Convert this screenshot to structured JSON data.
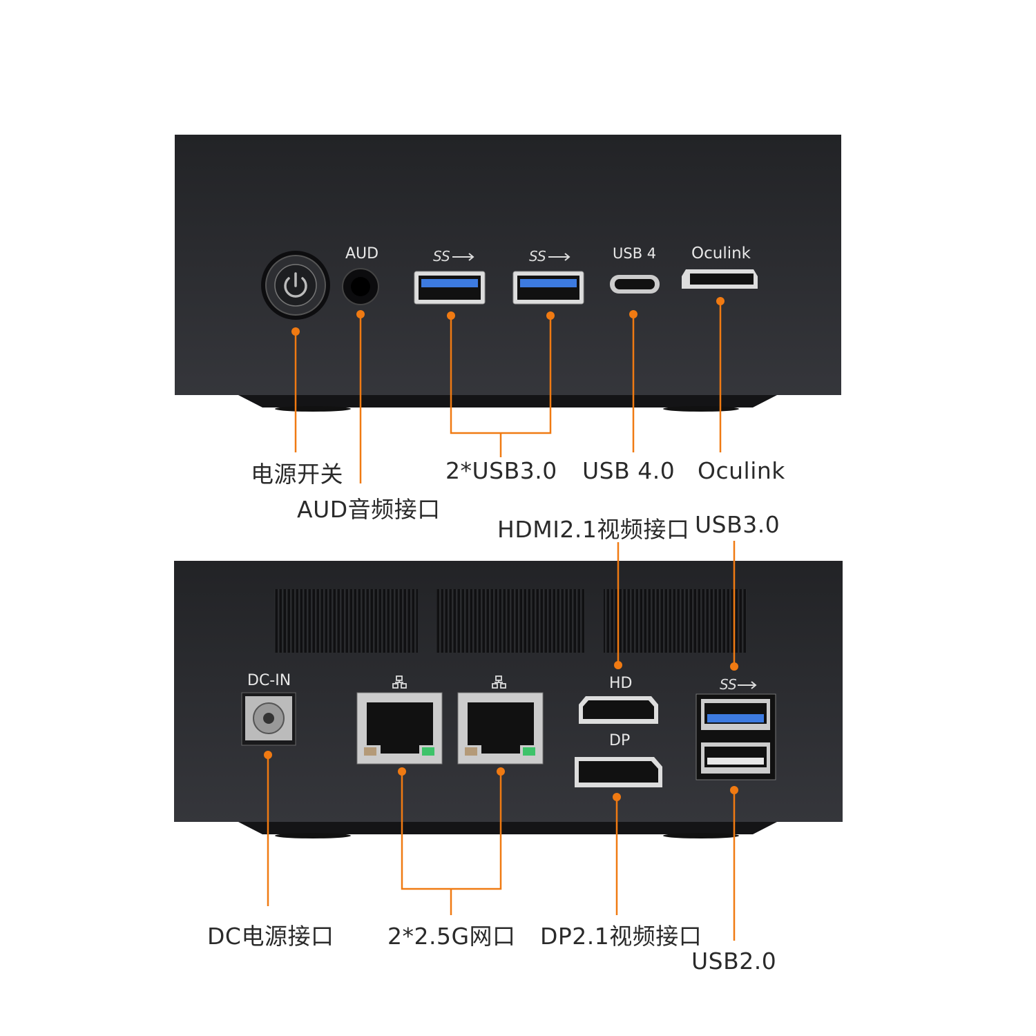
{
  "colors": {
    "accent": "#f07a12",
    "body": "#2b2c30",
    "port_blue": "#3d7be0"
  },
  "front_panel": {
    "port_labels": {
      "aud": "AUD",
      "usb4": "USB 4",
      "oculink": "Oculink"
    },
    "icons": [
      "power-icon",
      "superspeed-usb-icon",
      "superspeed-usb-icon"
    ]
  },
  "rear_panel": {
    "port_labels": {
      "dc_in": "DC-IN",
      "hd": "HD",
      "dp": "DP"
    },
    "icons": [
      "network-icon",
      "network-icon",
      "superspeed-usb-icon"
    ]
  },
  "callouts": {
    "power": "电源开关",
    "aud": "AUD音频接口",
    "usb30_front": "2*USB3.0",
    "usb40": "USB 4.0",
    "oculink": "Oculink",
    "hdmi": "HDMI2.1视频接口",
    "usb30_rear": "USB3.0",
    "dc": "DC电源接口",
    "lan": "2*2.5G网口",
    "dp": "DP2.1视频接口",
    "usb20": "USB2.0"
  }
}
